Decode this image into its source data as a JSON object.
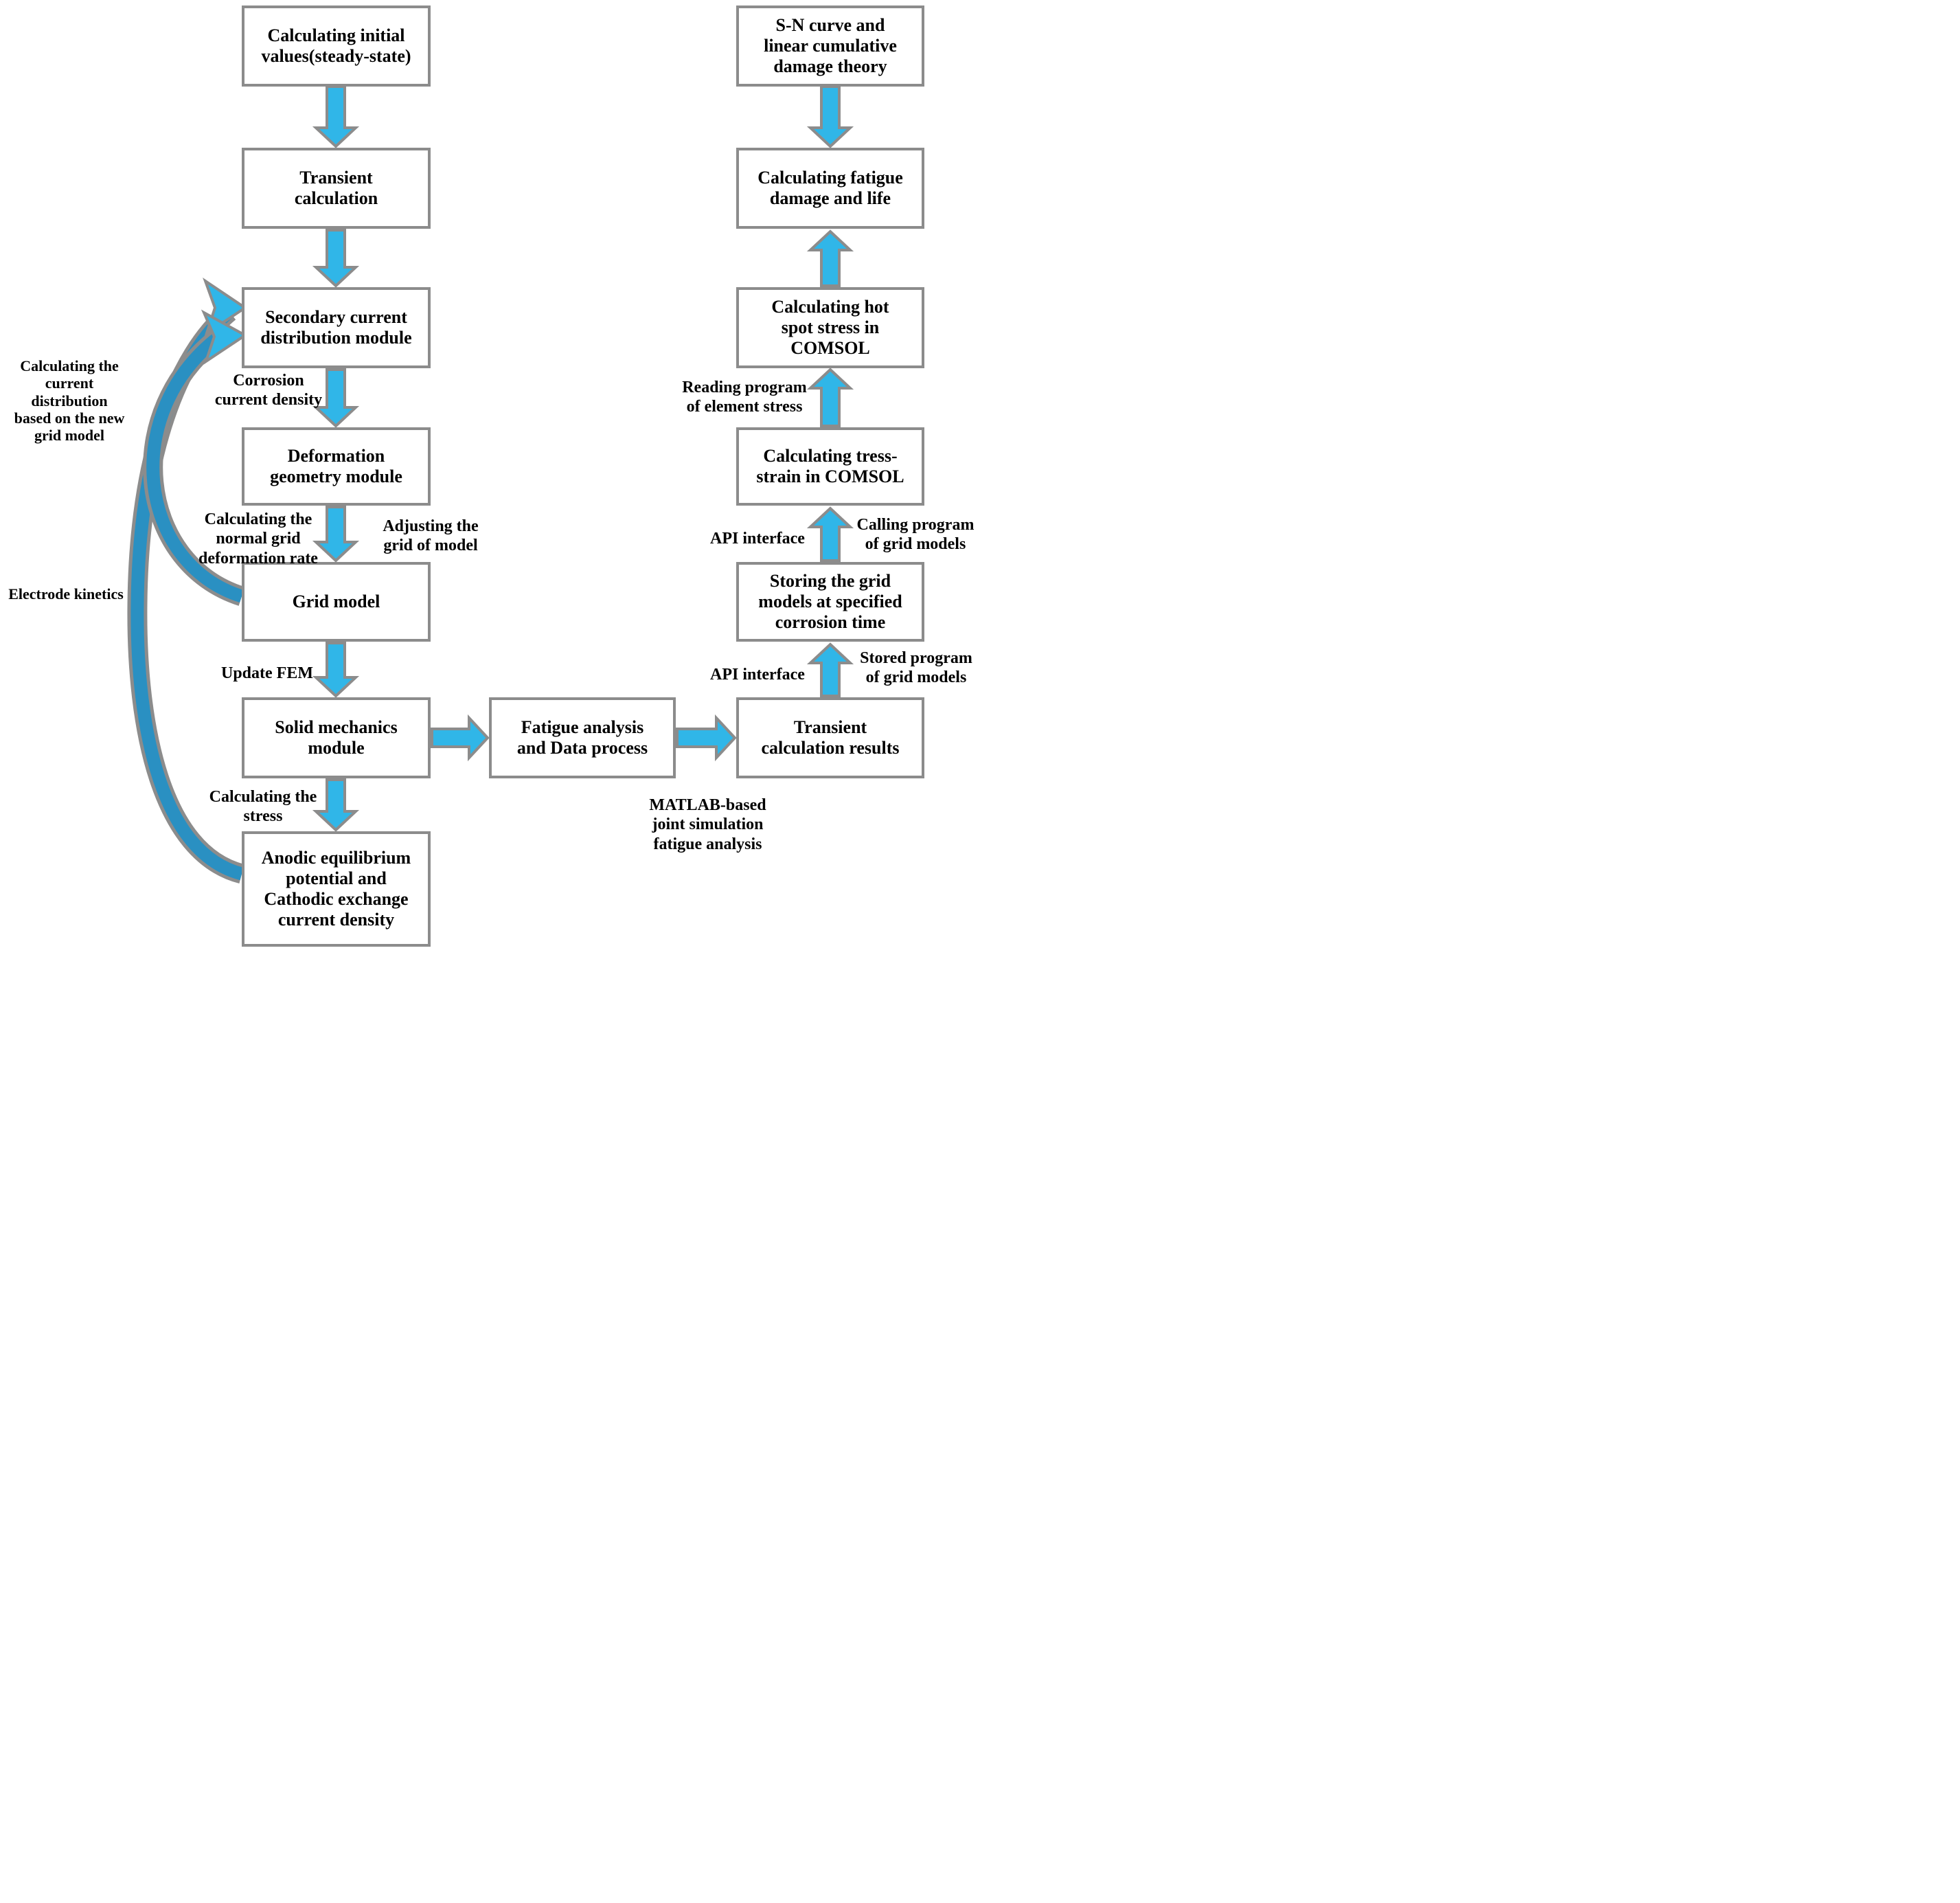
{
  "diagram": {
    "boxes": {
      "calc_initial": "Calculating initial\nvalues(steady-state)",
      "transient_calc": "Transient\ncalculation",
      "secondary_current": "Secondary current\ndistribution module",
      "deformation_geometry": "Deformation\ngeometry module",
      "grid_model": "Grid model",
      "solid_mechanics": "Solid mechanics\nmodule",
      "anodic": "Anodic equilibrium\npotential and\nCathodic exchange\ncurrent density",
      "fatigue_analysis": "Fatigue analysis\nand Data process",
      "sn_curve": "S-N curve and\nlinear cumulative\ndamage theory",
      "fatigue_damage": "Calculating fatigue\ndamage and life",
      "hot_spot": "Calculating hot\nspot stress in\nCOMSOL",
      "tress_strain": "Calculating tress-\nstrain in COMSOL",
      "storing_grid": "Storing the grid\nmodels at specified\ncorrosion time",
      "transient_results": "Transient\ncalculation results"
    },
    "labels": {
      "corrosion": "Corrosion\ncurrent density",
      "calc_normal": "Calculating the\nnormal grid\ndeformation rate",
      "adjusting": "Adjusting the\ngrid of model",
      "update_fem": "Update FEM",
      "calc_stress": "Calculating the\nstress",
      "calc_current_dist": "Calculating the\ncurrent\ndistribution\nbased on the new\ngrid model",
      "electrode_kinetics": "Electrode kinetics",
      "matlab": "MATLAB-based\njoint simulation\nfatigue analysis",
      "api_upper": "API interface",
      "calling_program": "Calling program\nof grid models",
      "api_lower": "API interface",
      "stored_program": "Stored program\nof grid models",
      "reading_program": "Reading program\nof element stress"
    },
    "colors": {
      "arrow_fill": "#30b6e8",
      "arrow_outline": "#8c8c8c",
      "curve_fill": "#2a90c2",
      "box_border": "#8c8c8c",
      "text": "#000000"
    }
  }
}
